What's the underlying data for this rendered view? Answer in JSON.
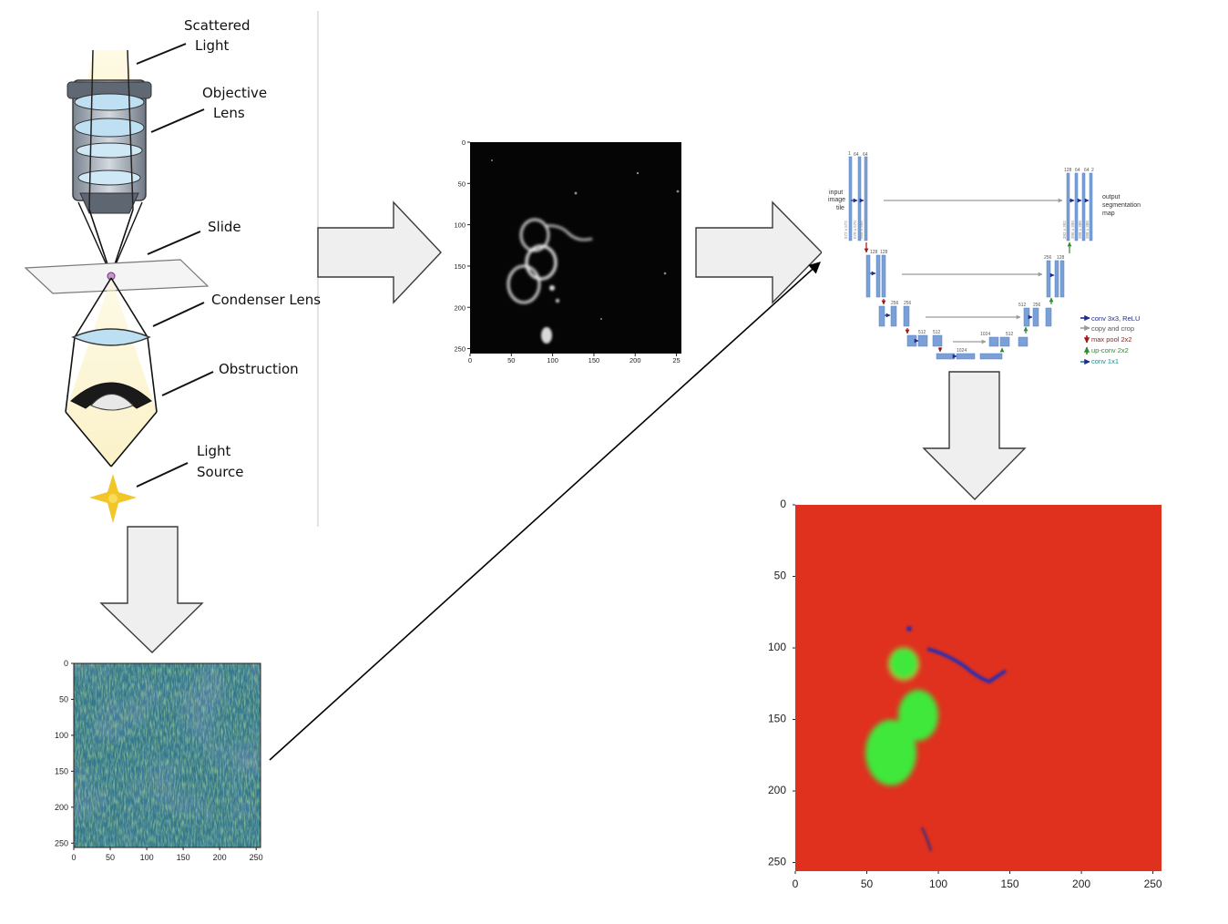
{
  "microscope": {
    "labels": {
      "scattered_1": "Scattered",
      "scattered_2": "Light",
      "objective_1": "Objective",
      "objective_2": "Lens",
      "slide": "Slide",
      "condenser": "Condenser Lens",
      "obstruction": "Obstruction",
      "source_1": "Light",
      "source_2": "Source"
    }
  },
  "plot_ticks": {
    "x_small": [
      "0",
      "50",
      "100",
      "150",
      "200",
      "250"
    ],
    "y_small": [
      "0",
      "50",
      "100",
      "150",
      "200",
      "250"
    ],
    "x_mid": [
      "0",
      "50",
      "100",
      "150",
      "200",
      "25"
    ],
    "y_mid": [
      "0",
      "50",
      "100",
      "150",
      "200",
      "250"
    ],
    "x_big": [
      "0",
      "50",
      "100",
      "150",
      "200",
      "250"
    ],
    "y_big": [
      "0",
      "50",
      "100",
      "150",
      "200",
      "250"
    ]
  },
  "unet": {
    "input_label": [
      "input",
      "image",
      "tile"
    ],
    "output_label": [
      "output",
      "segmentation",
      "map"
    ],
    "top_counts_left": [
      "1",
      "64",
      "64"
    ],
    "top_counts_right": [
      "128",
      "64",
      "64",
      "2"
    ],
    "level2_left": [
      "128",
      "128"
    ],
    "level2_right": [
      "256",
      "128"
    ],
    "level3_left": [
      "256",
      "256"
    ],
    "level3_right": [
      "512",
      "256"
    ],
    "level4_left": [
      "512",
      "512"
    ],
    "level4_right": [
      "1024",
      "512"
    ],
    "bottom": [
      "1024"
    ],
    "dims_left": [
      "572 x 572",
      "570 x 570",
      "568 x 568"
    ],
    "dims_right": [
      "392 x 392",
      "390 x 390",
      "388 x 388",
      "388 x 388"
    ],
    "legend": [
      {
        "text": "conv 3x3, ReLU",
        "color": "#1f2b8f"
      },
      {
        "text": "copy and crop",
        "color": "#8a8a8a"
      },
      {
        "text": "max pool 2x2",
        "color": "#9b1b1b"
      },
      {
        "text": "up-conv 2x2",
        "color": "#2e8b2e"
      },
      {
        "text": "conv 1x1",
        "color": "#1a8a8a"
      }
    ]
  },
  "colors": {
    "arrow_fill": "#efefef",
    "arrow_stroke": "#3a3a3a",
    "unet_block": "#7aa0d8",
    "seg_background": "#e0301e",
    "seg_cell": "#3fe83a",
    "seg_filament": "#2a2fb0"
  }
}
